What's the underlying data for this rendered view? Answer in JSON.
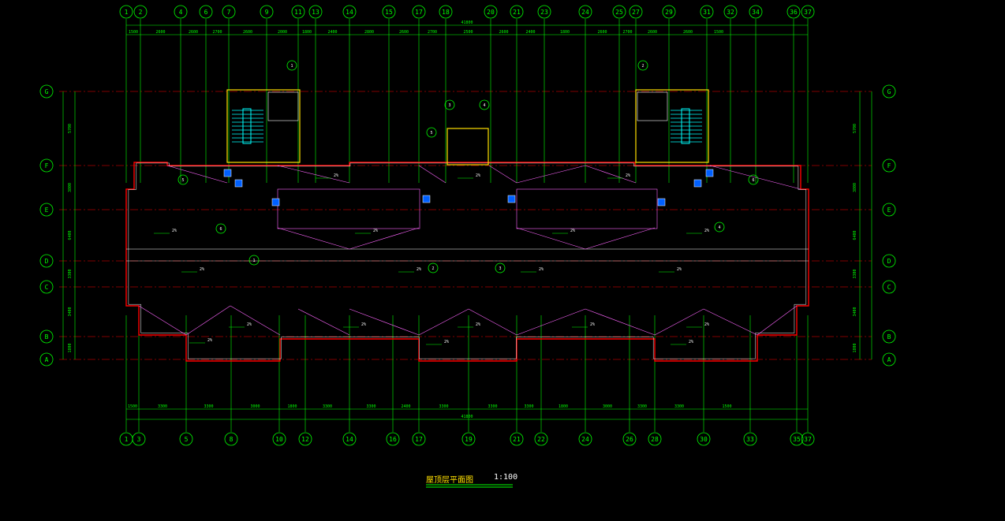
{
  "drawing": {
    "title": "屋顶层平面图",
    "scale": "1:100",
    "grid_top": [
      "1",
      "2",
      "4",
      "6",
      "7",
      "9",
      "11",
      "13",
      "14",
      "15",
      "17",
      "18",
      "20",
      "21",
      "23",
      "24",
      "25",
      "27",
      "29",
      "31",
      "32",
      "34",
      "36",
      "37"
    ],
    "grid_bottom": [
      "1",
      "3",
      "5",
      "8",
      "10",
      "12",
      "14",
      "16",
      "17",
      "19",
      "21",
      "22",
      "24",
      "26",
      "28",
      "30",
      "33",
      "35",
      "37"
    ],
    "grid_rows": [
      "G",
      "F",
      "E",
      "D",
      "C",
      "B",
      "A"
    ],
    "top_overall_dim": "41800",
    "bottom_overall_dim": "41800",
    "top_dims": [
      "1500",
      "2600",
      "2600",
      "2700",
      "2600",
      "2000",
      "1800",
      "2400",
      "2800",
      "2600",
      "2700",
      "2500",
      "2600",
      "2400",
      "1800",
      "2600",
      "2700",
      "2600",
      "2600",
      "1500"
    ],
    "bottom_dims": [
      "1500",
      "3300",
      "3300",
      "3000",
      "1800",
      "3300",
      "3300",
      "2400",
      "3300",
      "3300",
      "3300",
      "1800",
      "3000",
      "3300",
      "3300",
      "1500"
    ],
    "left_dims": [
      "5700",
      "3800",
      "6400",
      "3300",
      "3400",
      "1800"
    ],
    "right_dims": [
      "5700",
      "3800",
      "6400",
      "3300",
      "3400",
      "1800"
    ],
    "slope_label": "2%",
    "tags": [
      "1",
      "2",
      "3",
      "4",
      "5",
      "6"
    ]
  },
  "colors": {
    "background": "#000000",
    "grid": "#00ff00",
    "axis": "#ff0000",
    "wall": "#ffffff",
    "stair": "#00ffff",
    "annotation": "#ffe000",
    "slope": "#ff66ff"
  }
}
